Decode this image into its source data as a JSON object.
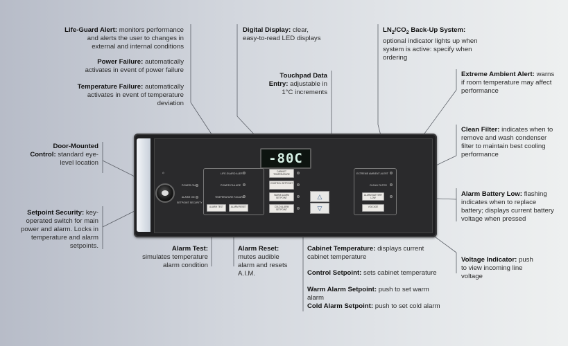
{
  "display": {
    "reading": "-80C"
  },
  "panel": {
    "key_labels": [
      "POWER ON",
      "ALARM ON",
      "SETPOINT SECURITY"
    ],
    "alarm_labels": [
      "LIFE-GUARD ALERT",
      "POWER FAILURE",
      "TEMPERATURE FAILURE"
    ],
    "center_buttons": [
      "CABINET TEMPERATURE",
      "CONTROL SETPOINT",
      "WARM ALARM SETPOINT",
      "COLD ALARM SETPOINT"
    ],
    "right_labels": [
      "EXTREME AMBIENT ALERT",
      "CLEAN FILTER"
    ],
    "alarm_battery_btn": "ALARM BATTERY LOW",
    "voltage_btn": "VOLTAGE",
    "alarm_test_btn": "ALARM TEST",
    "alarm_reset_btn": "ALARM RESET",
    "up_arrow": "△",
    "down_arrow": "▽"
  },
  "callouts": {
    "lifeguard": {
      "title": "Life-Guard Alert:",
      "text": "monitors performance and alerts the user to changes in external and internal conditions"
    },
    "power": {
      "title": "Power Failure:",
      "text": "automatically activates in event of power failure"
    },
    "temp": {
      "title": "Temperature Failure:",
      "text": "automatically activates in event of temperature deviation"
    },
    "door": {
      "title": "Door-Mounted Control:",
      "text": "standard eye-level location"
    },
    "setpoint_security": {
      "title": "Setpoint Security:",
      "text": "key-operated switch for main power and alarm. Locks in temperature and alarm setpoints."
    },
    "digital": {
      "title": "Digital Display:",
      "text": "clear, easy-to-read LED displays"
    },
    "touchpad": {
      "title": "Touchpad Data Entry:",
      "text": "adjustable in 1°C increments"
    },
    "ln2": {
      "title_a": "LN",
      "title_sub1": "2",
      "title_b": "/CO",
      "title_sub2": "2",
      "title_c": " Back-Up System:",
      "text": "optional indicator lights up when system is active: specify when ordering"
    },
    "extreme": {
      "title": "Extreme Ambient Alert:",
      "text": "warns if room temperature may affect performance"
    },
    "filter": {
      "title": "Clean Filter:",
      "text": "indicates when to remove and wash condenser filter to maintain best cooling performance"
    },
    "battery": {
      "title": "Alarm Battery Low:",
      "text": "flashing indicates when to replace battery; displays current battery voltage when pressed"
    },
    "voltage": {
      "title": "Voltage Indicator:",
      "text": "push to view incoming line voltage"
    },
    "alarm_test": {
      "title": "Alarm Test:",
      "text": "simulates temperature alarm condition"
    },
    "alarm_reset": {
      "title": "Alarm Reset:",
      "text": "mutes audible alarm and resets A.I.M."
    },
    "cabinet": {
      "title": "Cabinet Temperature:",
      "text": "displays current cabinet temperature"
    },
    "control": {
      "title": "Control Setpoint:",
      "text": "sets cabinet temperature"
    },
    "warm": {
      "title": "Warm Alarm Setpoint:",
      "text": "push to set warm alarm"
    },
    "cold": {
      "title": "Cold Alarm Setpoint:",
      "text": "push to set cold alarm"
    }
  }
}
